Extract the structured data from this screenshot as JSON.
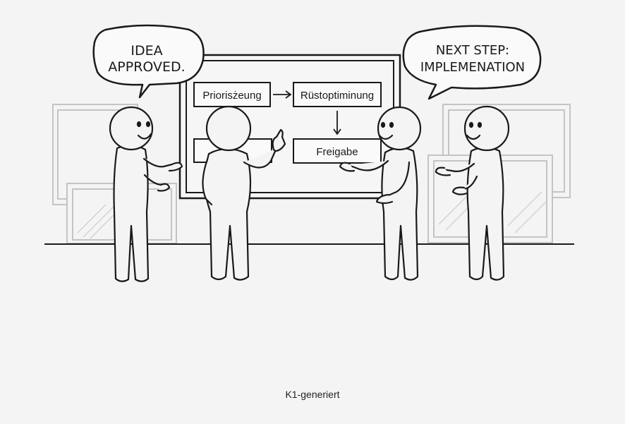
{
  "speech_bubbles": {
    "left": {
      "line1": "IDEA",
      "line2": "APPROVED."
    },
    "right": {
      "line1": "NEXT STEP:",
      "line2": "IMPLEMENATION"
    }
  },
  "whiteboard": {
    "box1": "Priorisżeung",
    "box2": "Rüstoptiminung",
    "box3": "",
    "box4": "Freigabe"
  },
  "caption": "K1-generiert",
  "colors": {
    "background": "#f4f4f4",
    "ink": "#1a1a1a",
    "frame_gray": "#c8c8c8"
  }
}
